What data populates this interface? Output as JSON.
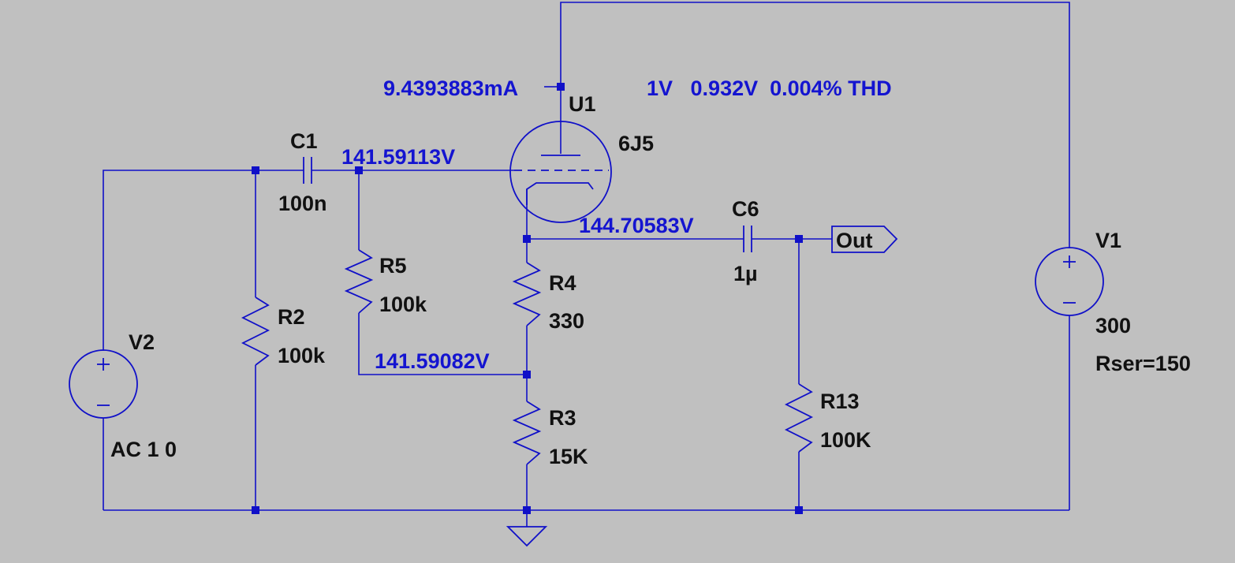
{
  "colors": {
    "background": "#c0c0c0",
    "wire": "#1010c8",
    "measurement": "#1414d0",
    "label": "#111111"
  },
  "components": {
    "u1": {
      "ref": "U1",
      "model": "6J5"
    },
    "c1": {
      "ref": "C1",
      "value": "100n"
    },
    "c6": {
      "ref": "C6",
      "value": "1µ"
    },
    "r2": {
      "ref": "R2",
      "value": "100k"
    },
    "r3": {
      "ref": "R3",
      "value": "15K"
    },
    "r4": {
      "ref": "R4",
      "value": "330"
    },
    "r5": {
      "ref": "R5",
      "value": "100k"
    },
    "r13": {
      "ref": "R13",
      "value": "100K"
    },
    "v1": {
      "ref": "V1",
      "value": "300",
      "param": "Rser=150"
    },
    "v2": {
      "ref": "V2",
      "value": "AC 1 0"
    }
  },
  "measurements": {
    "plate_current": "9.4393883mA",
    "grid_voltage": "141.59113V",
    "cathode_voltage": "144.70583V",
    "divider_voltage": "141.59082V",
    "summary": "1V   0.932V  0.004% THD"
  },
  "output_port": {
    "label": "Out"
  },
  "icons": [
    "vacuum-triode-icon",
    "capacitor-icon",
    "resistor-icon",
    "voltage-source-icon",
    "ground-icon",
    "output-port-icon"
  ]
}
